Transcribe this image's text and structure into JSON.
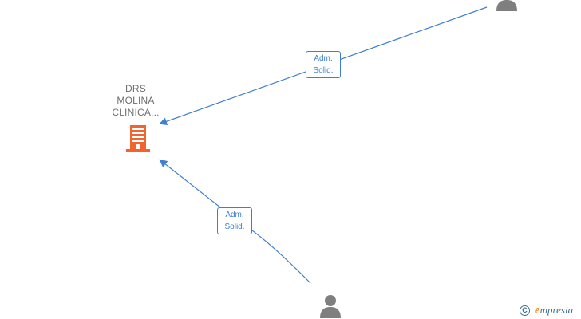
{
  "company": {
    "name_lines": [
      "DRS",
      "MOLINA",
      "CLINICA..."
    ],
    "icon": "building-icon",
    "color": "#f4622e"
  },
  "persons": [
    {
      "id": "top",
      "icon": "person-icon",
      "color": "#7f7f7f"
    },
    {
      "id": "bottom",
      "icon": "person-icon",
      "color": "#7f7f7f"
    }
  ],
  "relations": [
    {
      "from": "top",
      "to": "company",
      "label_lines": [
        "Adm.",
        "Solid."
      ]
    },
    {
      "from": "bottom",
      "to": "company",
      "label_lines": [
        "Adm.",
        "Solid."
      ]
    }
  ],
  "edge_color": "#3f7fd0",
  "watermark": {
    "copyright_symbol": "C",
    "brand_initial": "e",
    "brand_rest": "mpresia",
    "accent": "#f08a12"
  }
}
